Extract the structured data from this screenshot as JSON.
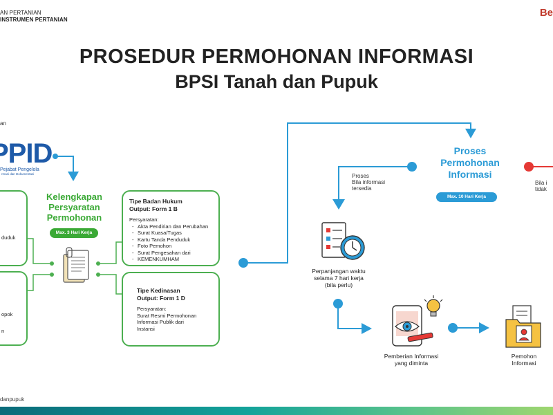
{
  "header": {
    "line1": "AN PERTANIAN",
    "line2": "INSTRUMEN PERTANIAN",
    "brand": "Be"
  },
  "title": {
    "line1": "PROSEDUR PERMOHONAN INFORMASI",
    "line2": "BPSI Tanah dan Pupuk"
  },
  "left": {
    "partial_label": "an",
    "ppid": {
      "logo_text": "PPID",
      "sub1": "Pejabat Pengelola",
      "sub2": "rmasi dan Dokumentasi"
    },
    "partial_box1": "duduk",
    "partial_box2_line1": "opok",
    "partial_box2_line2": "n"
  },
  "kelengkapan": {
    "line1": "Kelengkapan",
    "line2": "Persyaratan",
    "line3": "Permohonan",
    "duration": "Max. 3 Hari Kerja"
  },
  "badan_hukum": {
    "title1": "Tipe Badan Hukum",
    "title2": "Output: Form 1 B",
    "req_label": "Persyaratan:",
    "items": [
      "Akta Pendirian dan Perubahan",
      "Surat Kuasa/Tugas",
      "Kartu Tanda Penduduk",
      "Foto Pemohon",
      "Surat Pengesahan dari",
      "KEMENKUMHAM"
    ]
  },
  "kedinasan": {
    "title1": "Tipe Kedinasan",
    "title2": "Output: Form 1 D",
    "req_label": "Persyaratan:",
    "line1": "Surat Resmi Permohonan",
    "line2": "Informasi Publik dari",
    "line3": "Instansi"
  },
  "proses": {
    "line1": "Proses",
    "line2": "Permohonan",
    "line3": "Informasi",
    "duration": "Max. 10 Hari Kerja"
  },
  "bila_tersedia": {
    "line1": "Proses",
    "line2": "Bila informasi",
    "line3": "tersedia"
  },
  "bila_tidak": {
    "line1": "Bila i",
    "line2": "tidak"
  },
  "perpanjangan": {
    "line1": "Perpanjangan waktu",
    "line2": "selama 7 hari kerja",
    "line3": "(bila perlu)"
  },
  "pemberian": {
    "line1": "Pemberian Informasi",
    "line2": "yang diminta"
  },
  "pemohon": {
    "line1": "Pemohon",
    "line2": "Informasi"
  },
  "footer": {
    "social": "danpupuk"
  },
  "colors": {
    "green": "#4caf50",
    "blue": "#2b9bd6",
    "red": "#e53935",
    "ppid_blue": "#1e5aa8"
  }
}
